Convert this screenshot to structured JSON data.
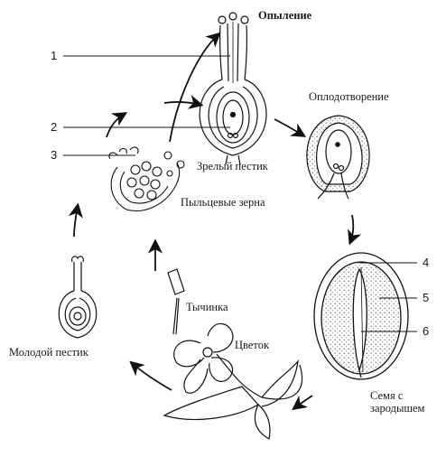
{
  "labels": {
    "pollination": "Опыление",
    "fertilization": "Оплодотворение",
    "mature_pistil": "Зрелый пестик",
    "pollen_grains": "Пыльцевые зерна",
    "young_pistil": "Молодой пестик",
    "stamen": "Тычинка",
    "flower": "Цветок",
    "seed_line1": "Семя с",
    "seed_line2": "зародышем"
  },
  "numbers": {
    "n1": "1",
    "n2": "2",
    "n3": "3",
    "n4": "4",
    "n5": "5",
    "n6": "6"
  }
}
